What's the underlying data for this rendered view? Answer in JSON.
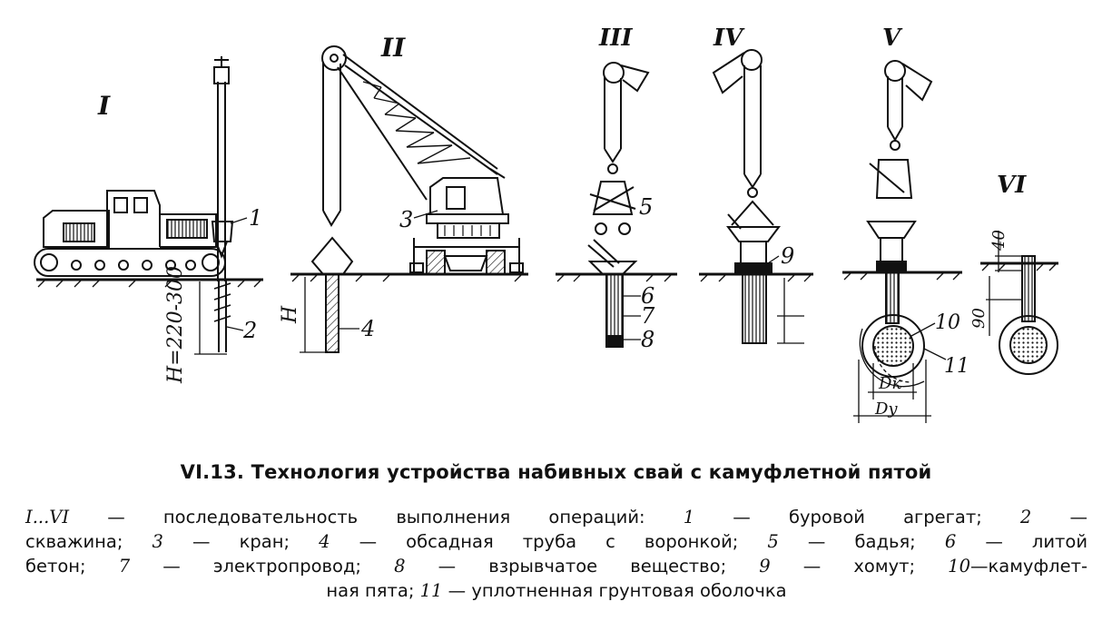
{
  "figure": {
    "stages": [
      "I",
      "II",
      "III",
      "IV",
      "V",
      "VI"
    ],
    "callouts": [
      "1",
      "2",
      "3",
      "4",
      "5",
      "6",
      "7",
      "8",
      "9",
      "10",
      "11"
    ],
    "dimensions": {
      "depth_range": "H=220-300",
      "depth_h": "H",
      "d_k": "Dк",
      "d_y": "Dу",
      "dim_40": "40",
      "dim_90": "90"
    }
  },
  "caption": {
    "title": "VI.13. Технология устройства набивных свай с камуфлетной пятой",
    "lines": [
      [
        {
          "t": "I...VI",
          "i": true
        },
        {
          "t": " — последовательность выполнения операций: "
        },
        {
          "t": "1",
          "i": true
        },
        {
          "t": " — буровой агрегат; "
        },
        {
          "t": "2",
          "i": true
        },
        {
          "t": " —"
        }
      ],
      [
        {
          "t": "скважина; "
        },
        {
          "t": "3",
          "i": true
        },
        {
          "t": " — кран; "
        },
        {
          "t": "4",
          "i": true
        },
        {
          "t": " — обсадная труба с воронкой; "
        },
        {
          "t": "5",
          "i": true
        },
        {
          "t": " — бадья; "
        },
        {
          "t": "6",
          "i": true
        },
        {
          "t": " — литой"
        }
      ],
      [
        {
          "t": "бетон; "
        },
        {
          "t": "7",
          "i": true
        },
        {
          "t": " — электропровод; "
        },
        {
          "t": "8",
          "i": true
        },
        {
          "t": " — взрывчатое вещество; "
        },
        {
          "t": "9",
          "i": true
        },
        {
          "t": " — хомут; "
        },
        {
          "t": "10",
          "i": true
        },
        {
          "t": "—камуфлет-"
        }
      ],
      [
        {
          "t": "ная пята; "
        },
        {
          "t": "11",
          "i": true
        },
        {
          "t": " — уплотненная грунтовая оболочка"
        }
      ]
    ]
  }
}
